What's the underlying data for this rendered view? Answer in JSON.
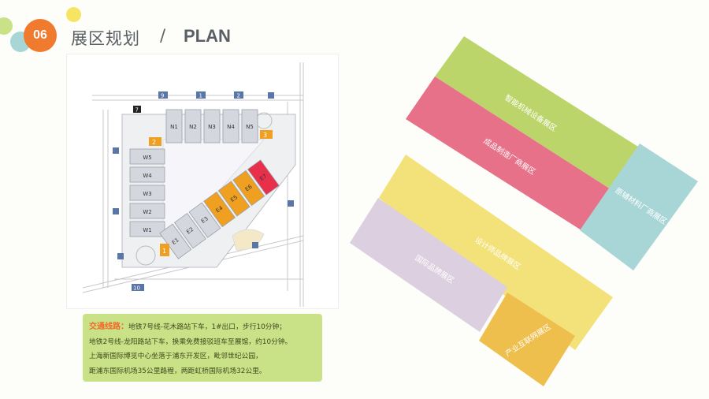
{
  "header": {
    "number": "06",
    "title": "展区规划",
    "slash": "/",
    "subtitle": "PLAN"
  },
  "colors": {
    "accent_orange": "#f07a2d",
    "accent_yellow": "#f5e35a",
    "accent_green": "#c9e187",
    "accent_teal": "#a8d6d6"
  },
  "map": {
    "north_halls": [
      "N1",
      "N2",
      "N3",
      "N4",
      "N5"
    ],
    "west_halls": [
      "W5",
      "W4",
      "W3",
      "W2",
      "W1"
    ],
    "east_halls": [
      "E7",
      "E6",
      "E5",
      "E4",
      "E3",
      "E2",
      "E1"
    ],
    "entrances": [
      "1",
      "2",
      "3"
    ],
    "gates": [
      "1",
      "2",
      "7",
      "9",
      "10"
    ]
  },
  "transport": {
    "label": "交通线路：",
    "line1": "地铁7号线-花木路站下车，1#出口，步行10分钟；",
    "line2": "地铁2号线-龙阳路站下车，换乘免费接驳班车至展馆，约10分钟。",
    "line3": "上海新国际博览中心坐落于浦东开发区，毗邻世纪公园，",
    "line4": "距浦东国际机场35公里路程，两距虹桥国际机场32公里。"
  },
  "zones": [
    {
      "name": "智能机械设备展区",
      "color": "#bcd56a"
    },
    {
      "name": "成品制造厂商展区",
      "color": "#e8718a"
    },
    {
      "name": "原辅材料厂商展区",
      "color": "#a8d6d6"
    },
    {
      "name": "设计师品牌展区",
      "color": "#f3e27a"
    },
    {
      "name": "国际品牌展区",
      "color": "#dccfdf"
    },
    {
      "name": "产业互联网展区",
      "color": "#efbf4d"
    }
  ]
}
